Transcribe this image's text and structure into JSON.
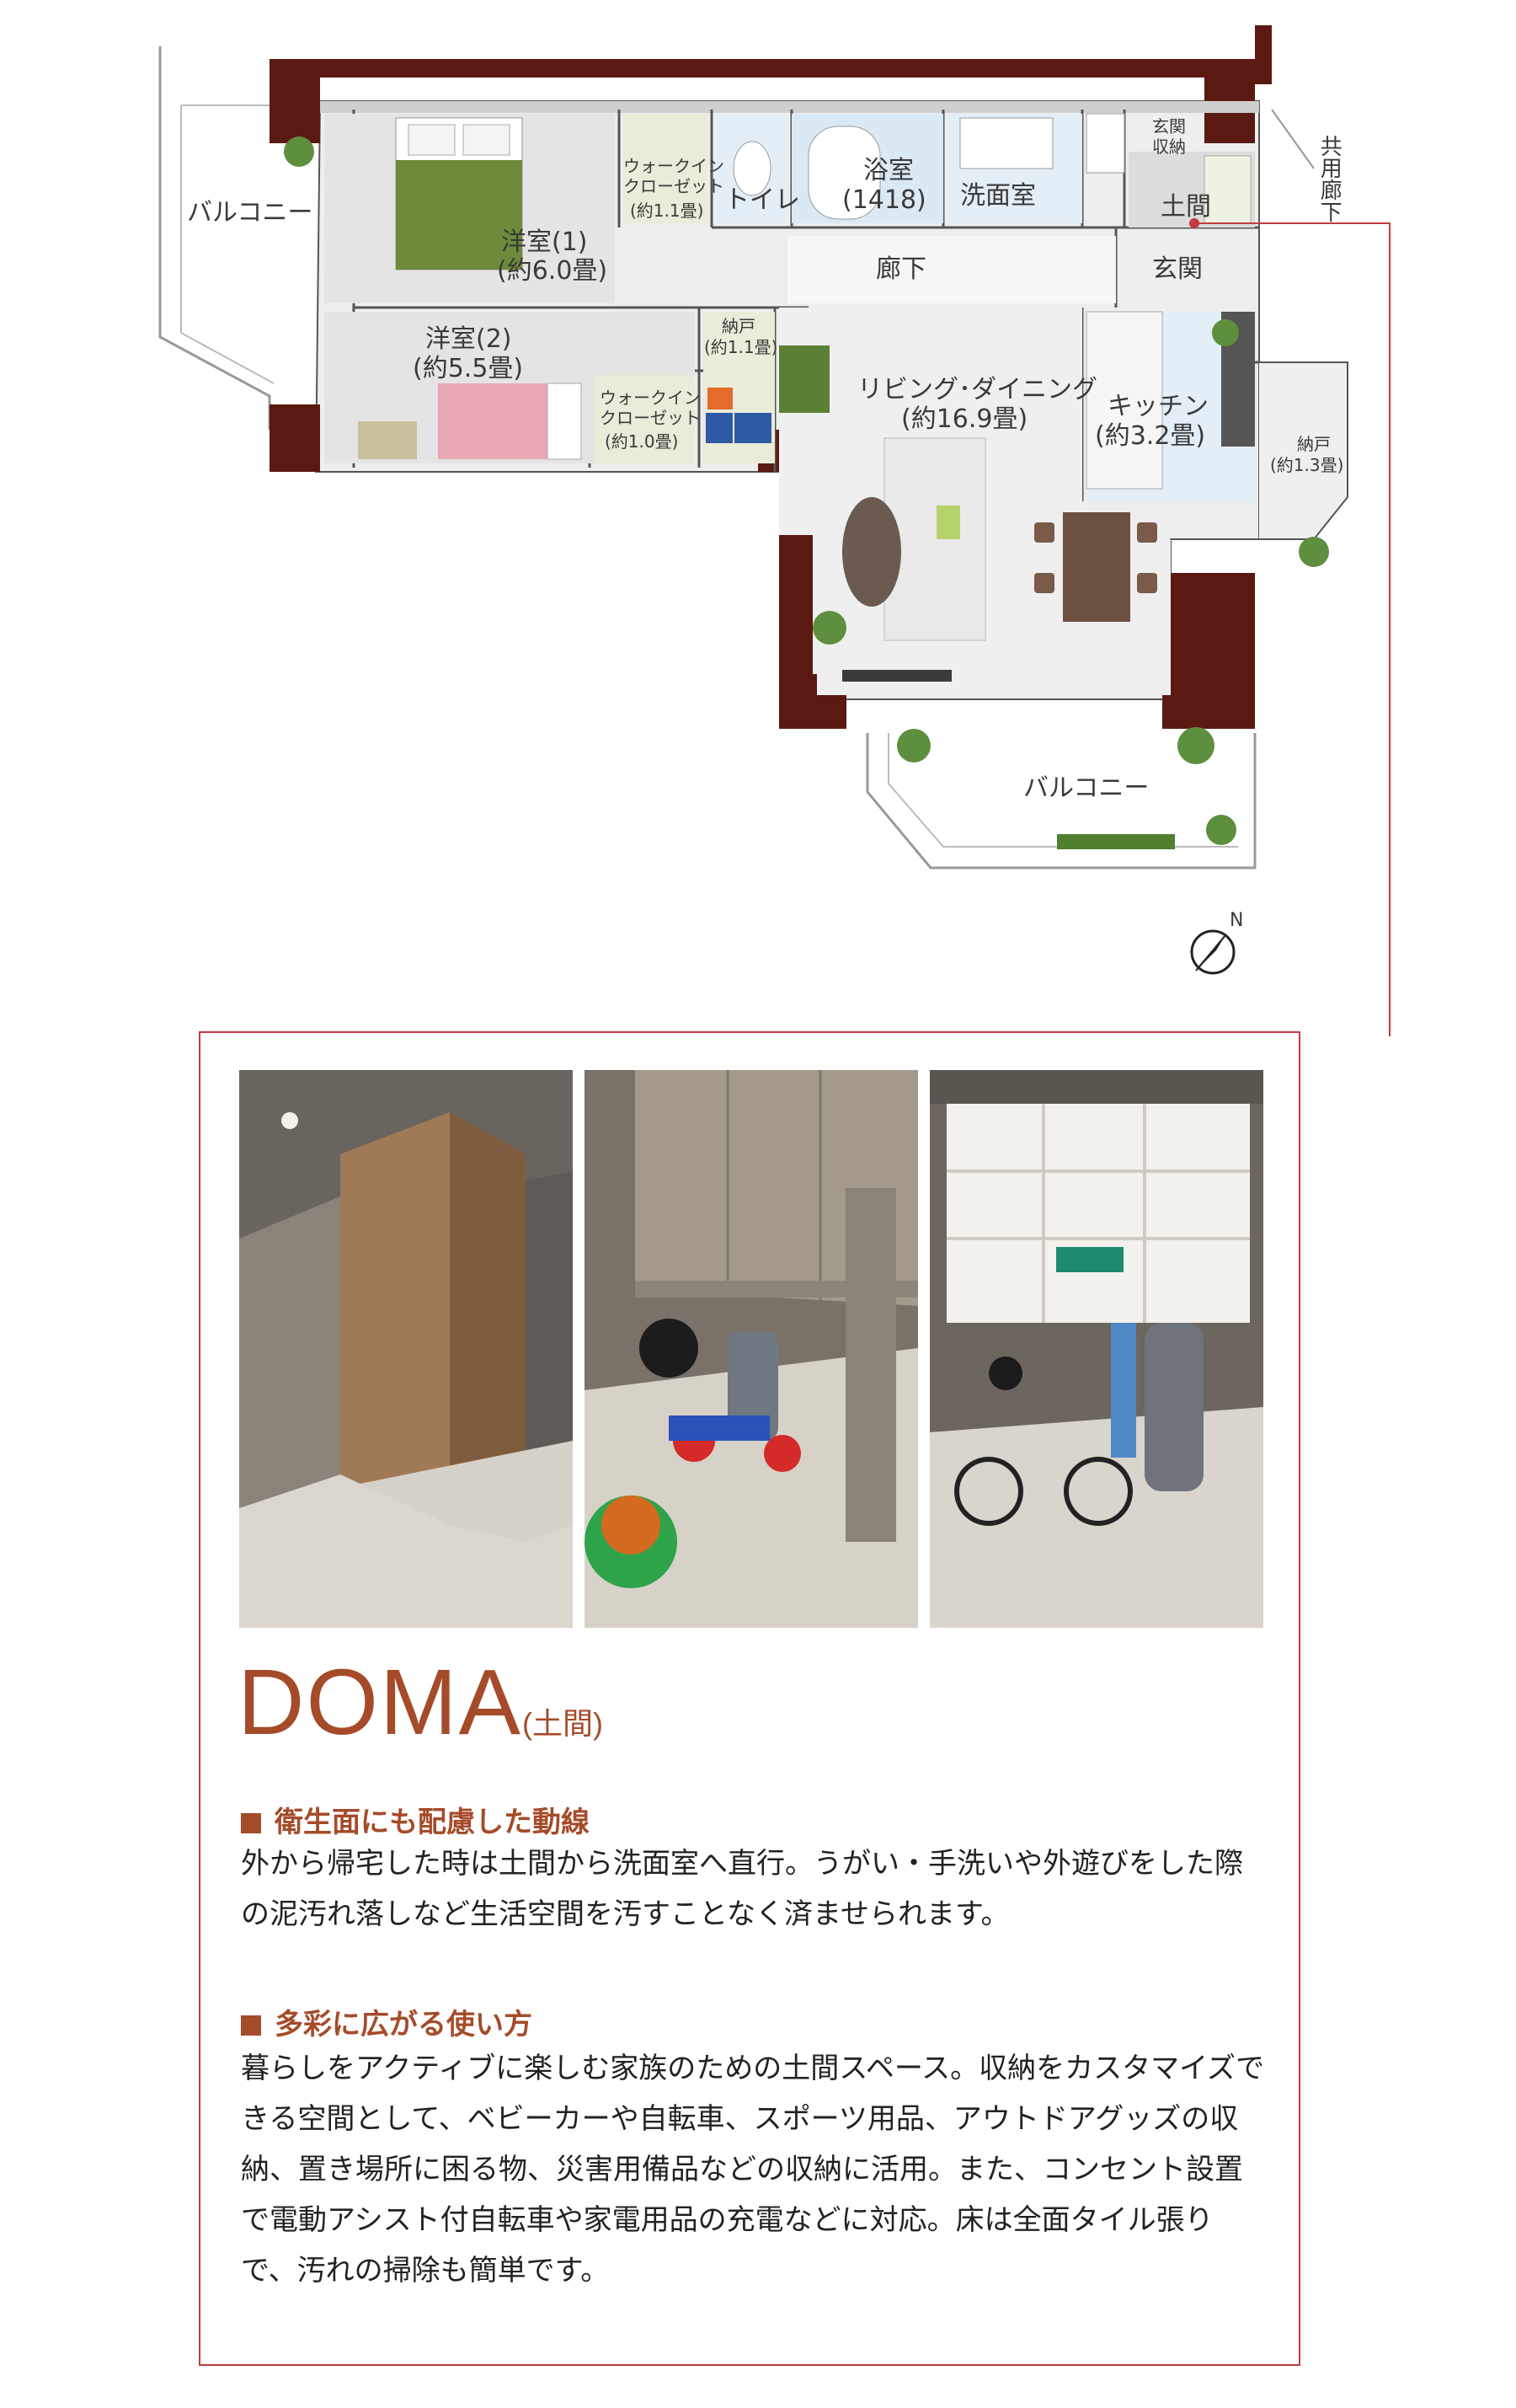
{
  "floorplan": {
    "rooms": {
      "balcony_left": "バルコニー",
      "western_room_1": "洋室(1)",
      "western_room_1_size": "(約6.0畳)",
      "walk_in_closet_1": "ウォークイン\nクローゼット",
      "walk_in_closet_1_size": "(約1.1畳)",
      "toilet": "トイレ",
      "bathroom": "浴室",
      "bathroom_size": "(1418)",
      "washroom": "洗面室",
      "entrance_storage": "玄関\n収納",
      "doma": "土間",
      "common_corridor": "共用廊下",
      "hallway": "廊下",
      "entrance": "玄関",
      "western_room_2": "洋室(2)",
      "western_room_2_size": "(約5.5畳)",
      "storage_1": "納戸",
      "storage_1_size": "(約1.1畳)",
      "walk_in_closet_2": "ウォークイン\nクローゼット",
      "walk_in_closet_2_size": "(約1.0畳)",
      "living_dining": "リビング･ダイニング",
      "living_dining_size": "(約16.9畳)",
      "kitchen": "キッチン",
      "kitchen_size": "(約3.2畳)",
      "storage_2": "納戸",
      "storage_2_size": "(約1.3畳)",
      "balcony_bottom": "バルコニー"
    },
    "compass": "N"
  },
  "photos": [
    "doma-entrance-photo",
    "doma-storage-bike-photo",
    "doma-shelves-golf-photo"
  ],
  "section": {
    "title": "DOMA",
    "title_sub": "(土間)",
    "heading_1": "衛生面にも配慮した動線",
    "text_1": "外から帰宅した時は土間から洗面室へ直行。うがい・手洗いや外遊びをした際の泥汚れ落しなど生活空間を汚すことなく済ませられます。",
    "heading_2": "多彩に広がる使い方",
    "text_2": "暮らしをアクティブに楽しむ家族のための土間スペース。収納をカスタマイズできる空間として、ベビーカーや自転車、スポーツ用品、アウトドアグッズの収納、置き場所に困る物、災害用備品などの収納に活用。また、コンセント設置で電動アシスト付自転車や家電用品の充電などに対応。床は全面タイル張りで、汚れの掃除も簡単です。"
  },
  "colors": {
    "accent": "#a54b2a",
    "frame": "#c33a3f",
    "wall": "#5a1a12"
  }
}
